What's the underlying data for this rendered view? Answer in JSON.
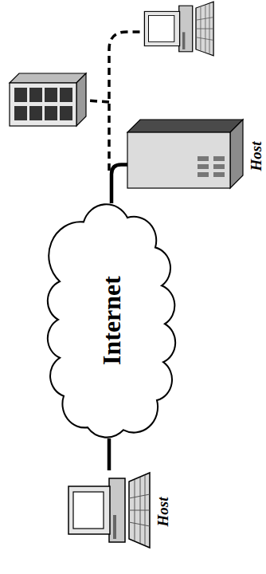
{
  "diagram": {
    "nodes": [
      {
        "text": [
          "Host"
        ]
      },
      {
        "text": [
          "Internet"
        ]
      },
      {
        "text": [
          "Host"
        ]
      }
    ],
    "edges": [
      {
        "from": 0,
        "to": 1,
        "arrow": "none"
      },
      {
        "from": 1,
        "to": 2,
        "arrow": "none"
      }
    ]
  }
}
